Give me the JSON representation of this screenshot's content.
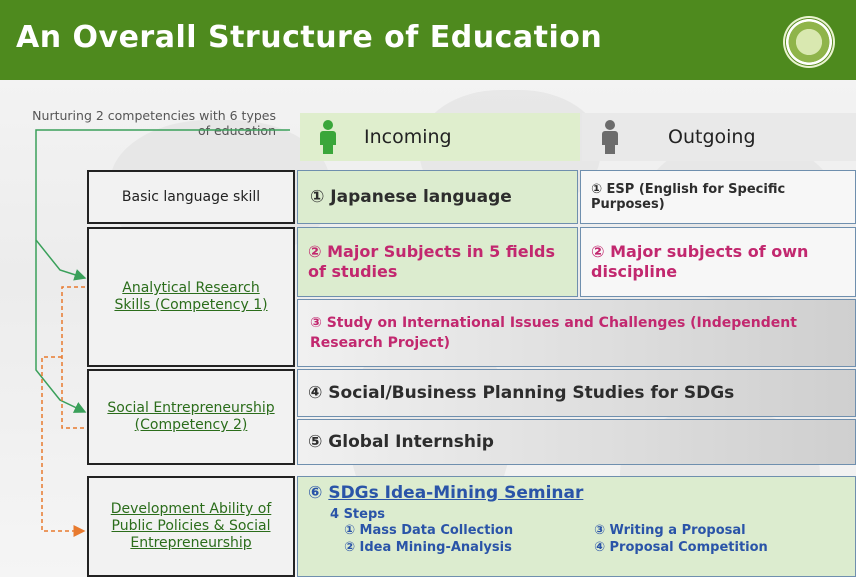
{
  "header": {
    "title": "An Overall Structure of Education",
    "logo_icon": "university-seal-icon"
  },
  "note": "Nurturing 2 competencies with 6 types of education",
  "columns": {
    "incoming": "Incoming",
    "outgoing": "Outgoing"
  },
  "left_labels": {
    "basic": "Basic language skill",
    "analytical": "Analytical Research Skills (Competency 1)",
    "social": "Social Entrepreneurship (Competency 2)",
    "development": "Development Ability of Public Policies & Social Entrepreneurship"
  },
  "cells": {
    "japanese": "① Japanese language",
    "esp": "① ESP (English for Specific Purposes)",
    "major5": "② Major Subjects in 5 fields of studies",
    "major_own": "② Major subjects of own discipline",
    "intl": "③ Study on International Issues and Challenges (Independent Research Project)",
    "social_business": "④ Social/Business Planning Studies for SDGs",
    "global": "⑤ Global Internship",
    "sdgs_num": "⑥",
    "sdgs_title": "SDGs Idea-Mining Seminar",
    "steps_label": "4 Steps",
    "step1": "① Mass Data Collection",
    "step2": "② Idea Mining-Analysis",
    "step3": "③ Writing a Proposal",
    "step4": "④ Proposal Competition"
  },
  "colors": {
    "header_green": "#4e8a1e",
    "pink": "#c2286f",
    "link_green": "#2b6d1b",
    "arrow_green": "#3aa05a",
    "arrow_orange": "#e87a2e"
  }
}
